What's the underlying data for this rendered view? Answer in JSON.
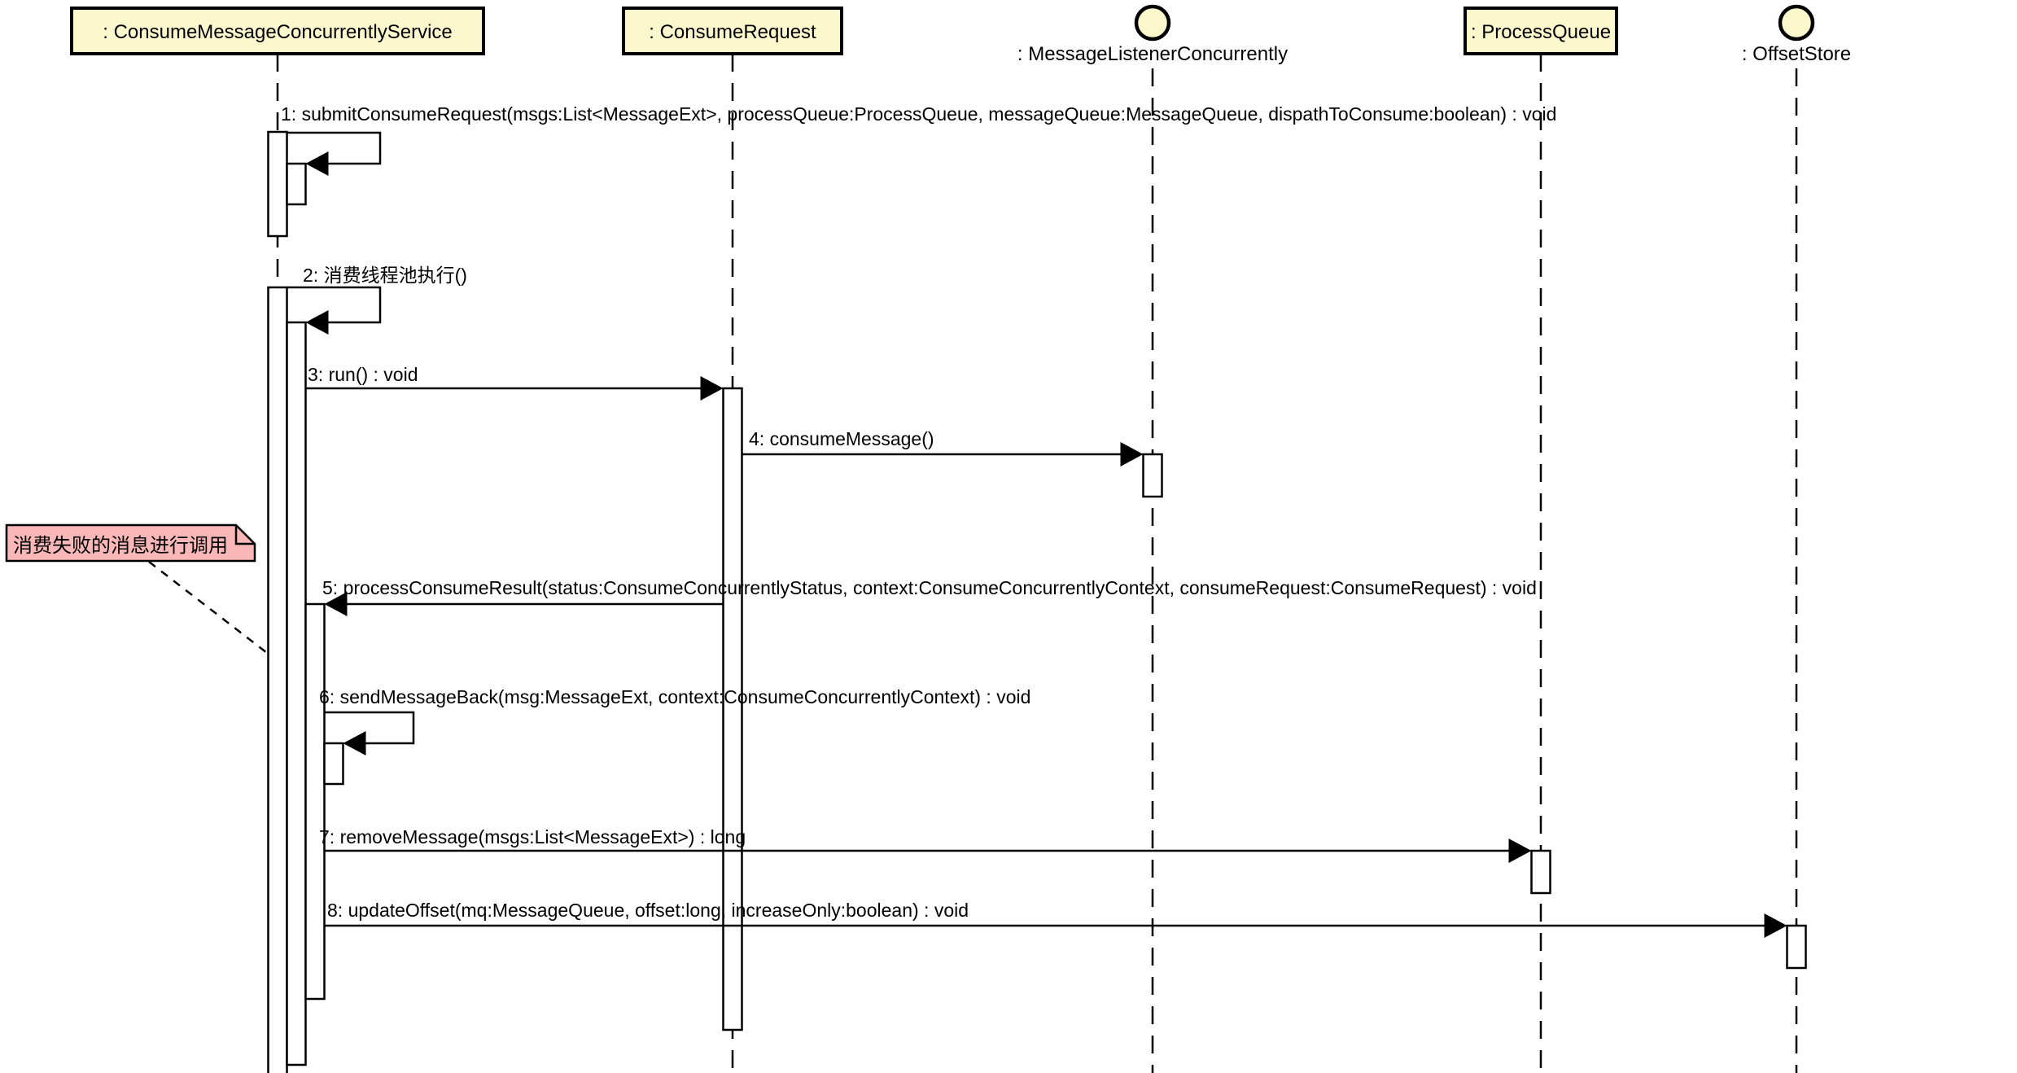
{
  "diagram": {
    "type": "uml-sequence-diagram",
    "colors": {
      "background": "#ffffff",
      "participant_fill": "#fcf8cd",
      "note_fill": "#f9b7b7",
      "stroke": "#000000"
    },
    "participants": [
      {
        "label": ": ConsumeMessageConcurrentlyService",
        "kind": "object-box"
      },
      {
        "label": ": ConsumeRequest",
        "kind": "object-box"
      },
      {
        "label": ": MessageListenerConcurrently",
        "kind": "instance-circle"
      },
      {
        "label": ": ProcessQueue",
        "kind": "object-box"
      },
      {
        "label": ": OffsetStore",
        "kind": "instance-circle"
      }
    ],
    "messages": [
      {
        "seq": 1,
        "label": "1: submitConsumeRequest(msgs:List<MessageExt>, processQueue:ProcessQueue, messageQueue:MessageQueue, dispathToConsume:boolean) : void",
        "from": ": ConsumeMessageConcurrentlyService",
        "to": ": ConsumeMessageConcurrentlyService",
        "type": "self-call"
      },
      {
        "seq": 2,
        "label": "2: 消费线程池执行()",
        "from": ": ConsumeMessageConcurrentlyService",
        "to": ": ConsumeMessageConcurrentlyService",
        "type": "self-call"
      },
      {
        "seq": 3,
        "label": "3: run() : void",
        "from": ": ConsumeMessageConcurrentlyService",
        "to": ": ConsumeRequest",
        "type": "call"
      },
      {
        "seq": 4,
        "label": "4: consumeMessage()",
        "from": ": ConsumeRequest",
        "to": ": MessageListenerConcurrently",
        "type": "call"
      },
      {
        "seq": 5,
        "label": "5: processConsumeResult(status:ConsumeConcurrentlyStatus, context:ConsumeConcurrentlyContext, consumeRequest:ConsumeRequest) : void",
        "from": ": ConsumeRequest",
        "to": ": ConsumeMessageConcurrentlyService",
        "type": "call"
      },
      {
        "seq": 6,
        "label": "6: sendMessageBack(msg:MessageExt, context:ConsumeConcurrentlyContext) : void",
        "from": ": ConsumeMessageConcurrentlyService",
        "to": ": ConsumeMessageConcurrentlyService",
        "type": "self-call"
      },
      {
        "seq": 7,
        "label": "7: removeMessage(msgs:List<MessageExt>) : long",
        "from": ": ConsumeMessageConcurrentlyService",
        "to": ": ProcessQueue",
        "type": "call"
      },
      {
        "seq": 8,
        "label": "8: updateOffset(mq:MessageQueue, offset:long, increaseOnly:boolean) : void",
        "from": ": ConsumeMessageConcurrentlyService",
        "to": ": OffsetStore",
        "type": "call"
      }
    ],
    "note": {
      "text": "消费失败的消息进行调用",
      "attached_to": "6: sendMessageBack"
    }
  }
}
